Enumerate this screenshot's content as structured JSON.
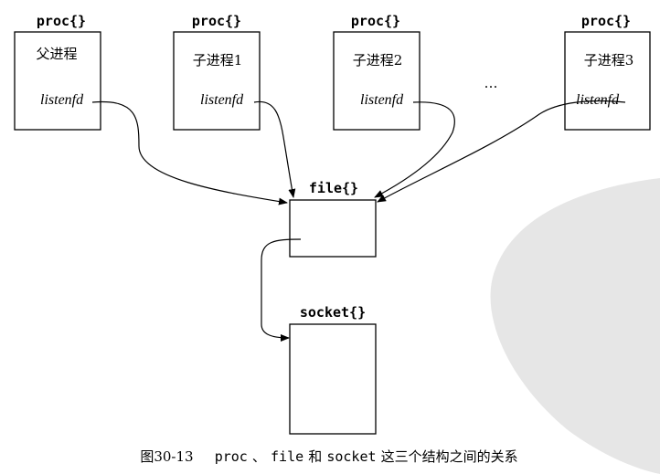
{
  "diagram": {
    "procs": [
      {
        "struct_label": "proc{}",
        "name": "父进程",
        "field": "listenfd"
      },
      {
        "struct_label": "proc{}",
        "name": "子进程1",
        "field": "listenfd"
      },
      {
        "struct_label": "proc{}",
        "name": "子进程2",
        "field": "listenfd"
      },
      {
        "struct_label": "proc{}",
        "name": "子进程3",
        "field": "listenfd"
      }
    ],
    "ellipsis": "…",
    "file": {
      "struct_label": "file{}"
    },
    "socket": {
      "struct_label": "socket{}"
    }
  },
  "caption": {
    "fig_number": "图30-13",
    "t1": "proc",
    "t2": "、",
    "t3": "file",
    "t4": "和",
    "t5": "socket",
    "t6": "这三个结构之间的关系"
  },
  "watermark": {
    "color": "#e6e6e6"
  }
}
